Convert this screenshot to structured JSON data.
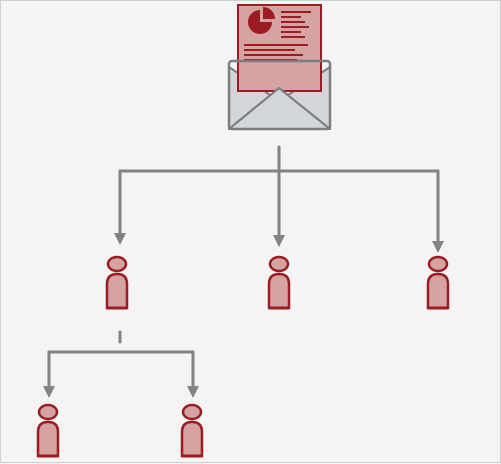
{
  "colors": {
    "background": "#f4f4f4",
    "connector": "#808283",
    "person_fill": "#d4a3a2",
    "person_stroke": "#9b1c22",
    "document_fill": "#d4a3a2",
    "document_ink": "#9b1c22",
    "envelope_fill": "#d3d6d9",
    "envelope_stroke": "#7b7d80"
  },
  "icons": {
    "source": "envelope-with-report-icon",
    "recipient": "person-icon"
  },
  "nodes": [
    {
      "id": "mail",
      "icon": "envelope-with-report-icon"
    },
    {
      "id": "recipient-1",
      "icon": "person-icon",
      "parent": "mail"
    },
    {
      "id": "recipient-2",
      "icon": "person-icon",
      "parent": "mail"
    },
    {
      "id": "recipient-3",
      "icon": "person-icon",
      "parent": "mail"
    },
    {
      "id": "recipient-1-1",
      "icon": "person-icon",
      "parent": "recipient-1"
    },
    {
      "id": "recipient-1-2",
      "icon": "person-icon",
      "parent": "recipient-1"
    }
  ]
}
